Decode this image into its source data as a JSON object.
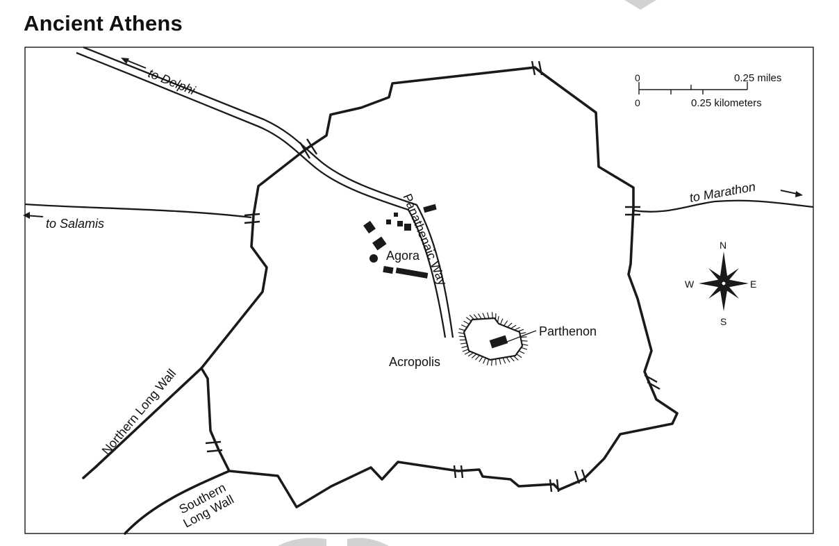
{
  "title": "Ancient Athens",
  "roads": {
    "delphi": "to Delphi",
    "salamis": "to Salamis",
    "marathon": "to Marathon",
    "panathenaic": "Panathenaic Way"
  },
  "places": {
    "agora": "Agora",
    "acropolis": "Acropolis",
    "parthenon": "Parthenon",
    "northern_wall": "Northern Long Wall",
    "southern_wall_line1": "Southern",
    "southern_wall_line2": "Long Wall"
  },
  "scale": {
    "zero_miles": "0",
    "miles_label": "0.25 miles",
    "zero_km": "0",
    "km_label": "0.25 kilometers"
  },
  "compass": {
    "north": "N",
    "south": "S",
    "east": "E",
    "west": "W"
  },
  "colors": {
    "ink": "#1a1a1a",
    "background": "#ffffff",
    "watermark": "#d2d2d2"
  }
}
